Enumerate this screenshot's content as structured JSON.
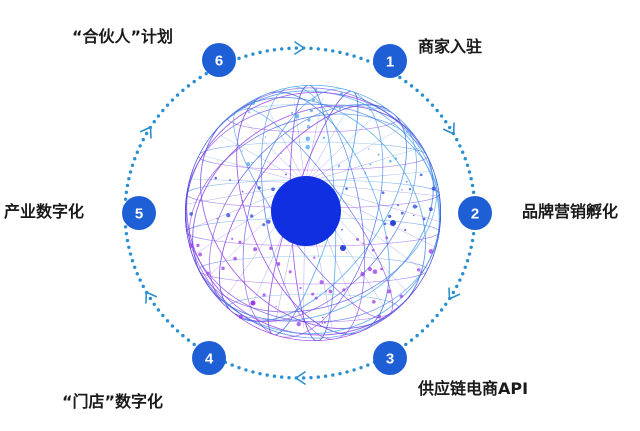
{
  "colors": {
    "node_fill": "#1f5fd6",
    "node_number": "#ffffff",
    "ring_dots": "#2a8fd0",
    "core": "#0f2fe0",
    "sphere_top": "#48a8ec",
    "sphere_mid": "#2a44d8",
    "sphere_bottom": "#9a3ae8"
  },
  "steps": [
    {
      "number": "1",
      "label": "商家入驻"
    },
    {
      "number": "2",
      "label": "品牌营销孵化"
    },
    {
      "number": "3",
      "label": "供应链电商API"
    },
    {
      "number": "4",
      "label": "“门店”数字化"
    },
    {
      "number": "5",
      "label": "产业数字化"
    },
    {
      "number": "6",
      "label": "“合伙人”计划"
    }
  ],
  "icons": {
    "center": "network-sphere-icon",
    "flow": "chevron-arrow-icon"
  }
}
